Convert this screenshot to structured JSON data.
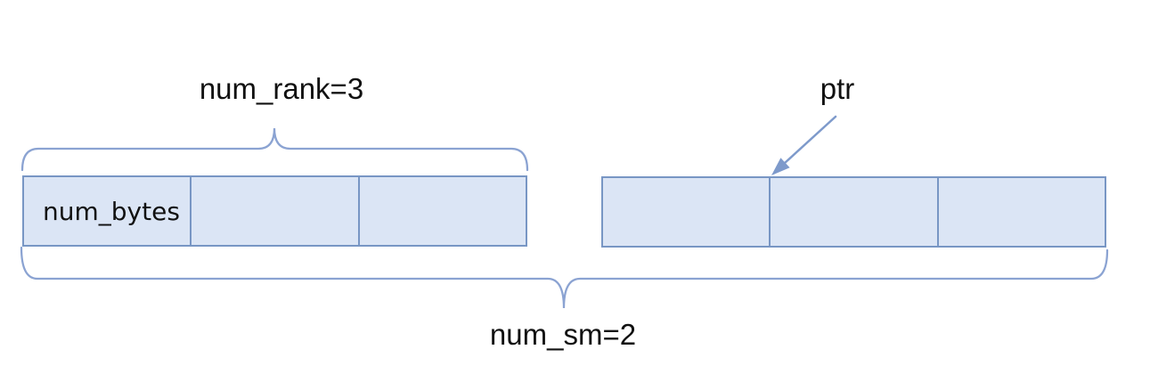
{
  "diagram": {
    "labels": {
      "num_rank": "num_rank=3",
      "ptr": "ptr",
      "num_sm": "num_sm=2"
    },
    "blocks": [
      {
        "cells": [
          "num_bytes",
          "",
          ""
        ]
      },
      {
        "cells": [
          "",
          "",
          ""
        ]
      }
    ],
    "colors": {
      "box_fill": "#DBE5F5",
      "box_border": "#7896C4",
      "brace": "#8BA3D2",
      "arrow": "#7E9ACB",
      "text": "#111111",
      "background": "#FFFFFF"
    }
  }
}
